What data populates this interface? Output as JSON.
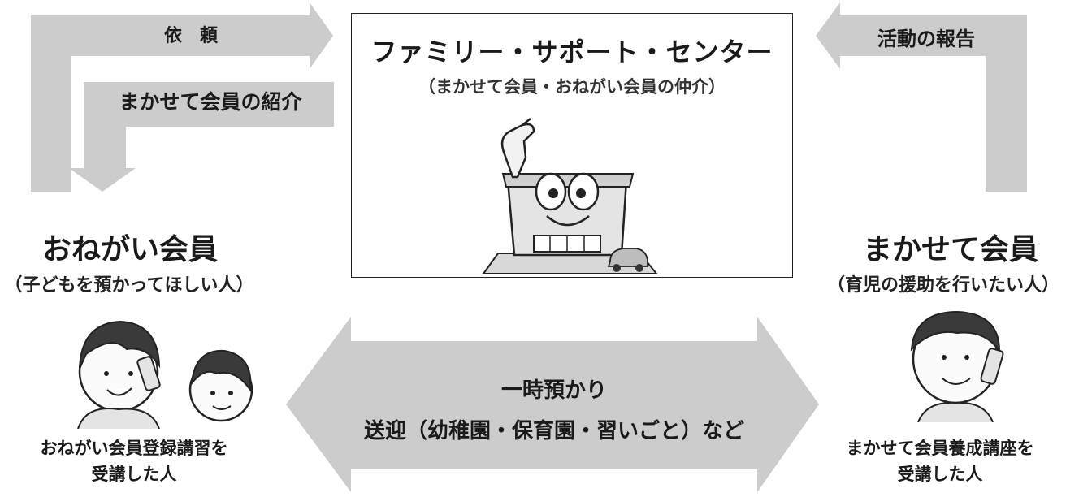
{
  "arrows": {
    "request_label": "依　頼",
    "introduce_label": "まかせて会員の紹介",
    "report_label": "活動の報告"
  },
  "center": {
    "title": "ファミリー・サポート・センター",
    "subtitle": "（まかせて会員・おねがい会員の仲介）"
  },
  "left_member": {
    "title": "おねがい会員",
    "subtitle": "（子どもを預かってほしい人）",
    "caption_line1": "おねがい会員登録講習を",
    "caption_line2": "受講した人"
  },
  "right_member": {
    "title": "まかせて会員",
    "subtitle": "（育児の援助を行いたい人）",
    "caption_line1": "まかせて会員養成講座を",
    "caption_line2": "受講した人"
  },
  "exchange": {
    "line1": "一時預かり",
    "line2": "送迎（幼稚園・保育園・習いごと）など"
  },
  "colors": {
    "arrow_fill": "#cccccc",
    "outline": "#222222",
    "skin": "#fbfbfb",
    "hair": "#3a3a3a"
  }
}
